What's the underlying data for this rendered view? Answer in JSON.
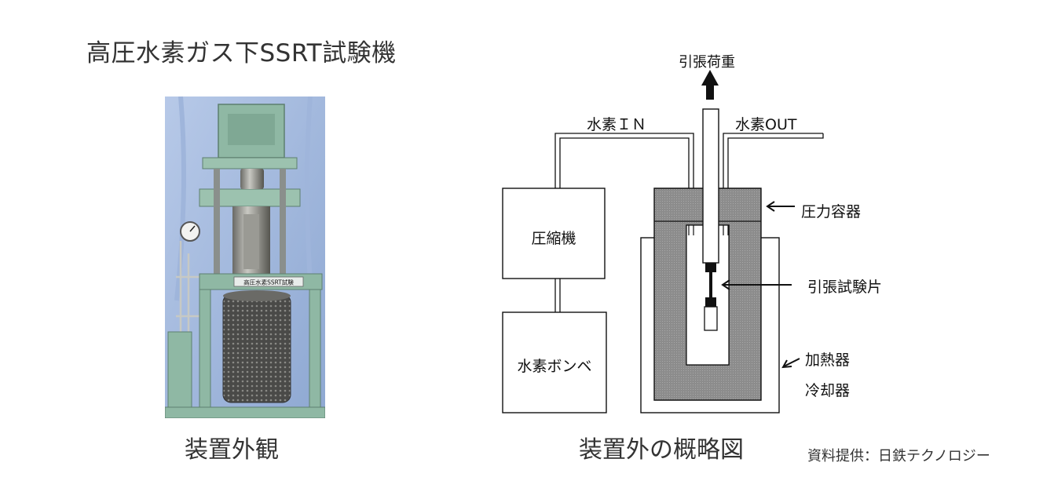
{
  "page": {
    "title": "高圧水素ガス下SSRT試験機",
    "photo_caption": "装置外観",
    "diagram_caption": "装置外の概略図",
    "credit": "資料提供：日鉄テクノロジー"
  },
  "photo": {
    "plate_text": "高圧水素SSRT試験"
  },
  "diagram": {
    "labels": {
      "tensile_load": "引張荷重",
      "h2_in": "水素ＩＮ",
      "h2_out": "水素OUT",
      "compressor": "圧縮機",
      "cylinder": "水素ボンベ",
      "pressure_vessel": "圧力容器",
      "specimen": "引張試験片",
      "heater": "加熱器",
      "cooler": "冷却器"
    }
  },
  "colors": {
    "vessel_fill": "#8c8c8c",
    "machine_green": "#8fb8a4",
    "background_blue": "#a9bfe0"
  }
}
